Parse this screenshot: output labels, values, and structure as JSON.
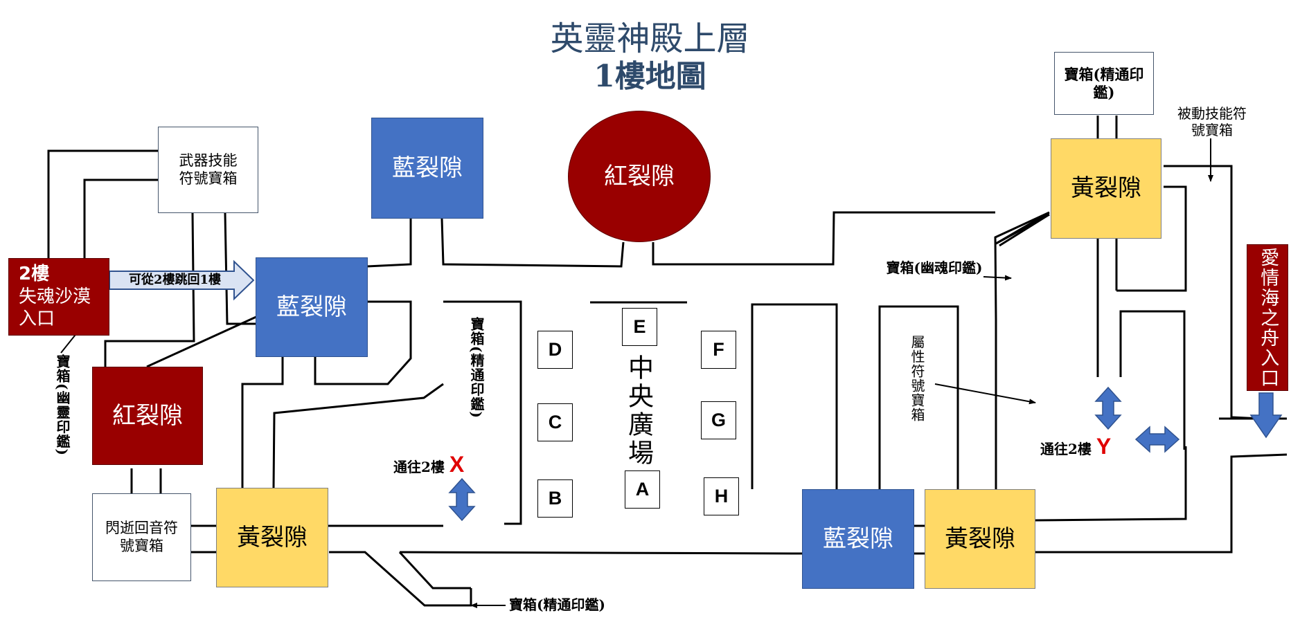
{
  "title": {
    "line1": "英靈神殿上層",
    "line2": "1樓地圖"
  },
  "rooms": {
    "blue_top": "藍裂隙",
    "blue_mid": "藍裂隙",
    "blue_bottom_right": "藍裂隙",
    "red_circle": "紅裂隙",
    "red_left": "紅裂隙",
    "yellow_bottom_left": "黃裂隙",
    "yellow_bottom_right": "黃裂隙",
    "yellow_top_right": "黃裂隙"
  },
  "entrances": {
    "desert_line1": "2樓",
    "desert_line2": "失魂沙漠",
    "desert_line3": "入口",
    "love_ship": "愛情海之舟入口",
    "jump_arrow": "可從2樓跳回1樓"
  },
  "chests": {
    "weapon_skill": "武器技能符號寶箱",
    "flash_echo": "閃逝回音符號寶箱",
    "top_right_box": "寶箱(精通印鑑)",
    "passive_skill": "被動技能符號寶箱",
    "ghost_soul": "寶箱(幽魂印鑑)",
    "ghost_spirit_vertical": "寶箱(幽靈印鑑)",
    "mastery_vertical": "寶箱(精通印鑑)",
    "attribute_vertical": "屬性符號寶箱",
    "bottom_mastery": "寶箱(精通印鑑)"
  },
  "plaza": {
    "name": "中央廣場",
    "markers": [
      "A",
      "B",
      "C",
      "D",
      "E",
      "F",
      "G",
      "H"
    ]
  },
  "portals": {
    "x_text": "通往2樓",
    "x_mark": "X",
    "y_text": "通往2樓",
    "y_mark": "Y"
  },
  "colors": {
    "blue": "#4472c4",
    "yellow": "#ffd966",
    "red": "#990000",
    "title": "#2e4a6b",
    "mark": "#e00000"
  }
}
